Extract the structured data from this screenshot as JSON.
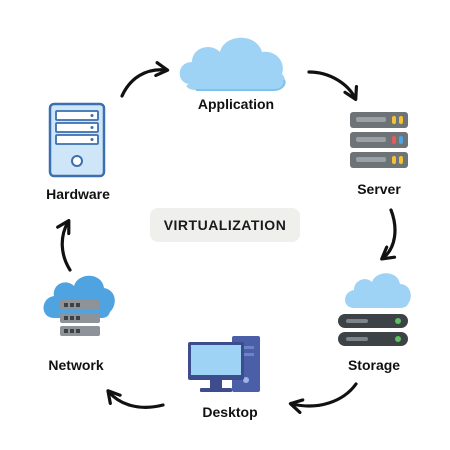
{
  "center": {
    "title": "VIRTUALIZATION"
  },
  "nodes": {
    "application": {
      "label": "Application",
      "icon": "cloud-icon"
    },
    "server": {
      "label": "Server",
      "icon": "server-rack-icon"
    },
    "storage": {
      "label": "Storage",
      "icon": "cloud-storage-icon"
    },
    "desktop": {
      "label": "Desktop",
      "icon": "desktop-computer-icon"
    },
    "network": {
      "label": "Network",
      "icon": "cloud-network-icon"
    },
    "hardware": {
      "label": "Hardware",
      "icon": "computer-tower-icon"
    }
  },
  "colors": {
    "cloud_blue": "#9ed3f5",
    "cloud_blue_dark": "#4fa3e0",
    "server_gray": "#6e7378",
    "server_dark": "#3d4247",
    "tower_blue": "#cfe6f8",
    "tower_outline": "#3b6fb0",
    "arrow": "#111111",
    "badge_bg": "#efefec"
  }
}
